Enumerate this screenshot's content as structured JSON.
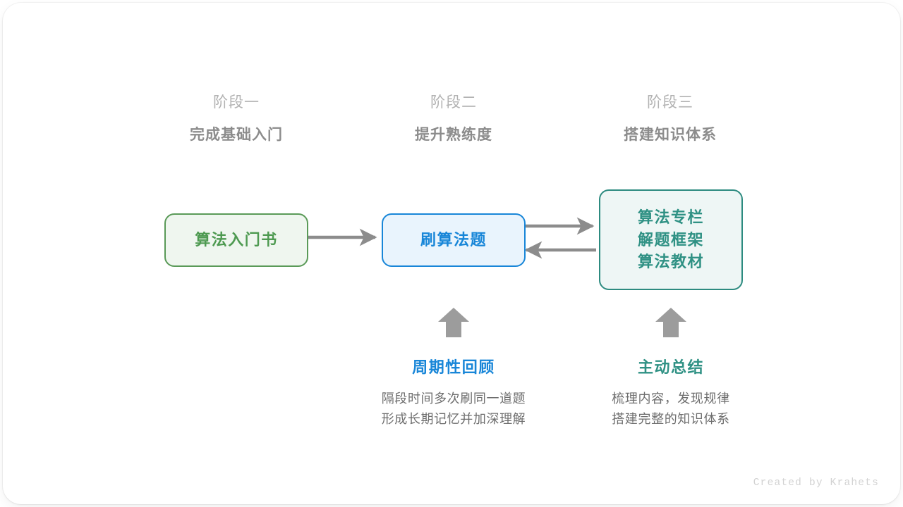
{
  "diagram": {
    "stages": [
      {
        "index_label": "阶段一",
        "title": "完成基础入门"
      },
      {
        "index_label": "阶段二",
        "title": "提升熟练度"
      },
      {
        "index_label": "阶段三",
        "title": "搭建知识体系"
      }
    ],
    "nodes": [
      {
        "id": "book",
        "lines": [
          "算法入门书"
        ],
        "fill": "#eff6ef",
        "border": "#5a9a58",
        "text": "#4e9a51"
      },
      {
        "id": "practice",
        "lines": [
          "刷算法题"
        ],
        "fill": "#e9f4fd",
        "border": "#1886d8",
        "text": "#1886d8"
      },
      {
        "id": "system",
        "lines": [
          "算法专栏",
          "解题框架",
          "算法教材"
        ],
        "fill": "#eef6f5",
        "border": "#2d8b80",
        "text": "#2f9184"
      }
    ],
    "edges": [
      {
        "from": "book",
        "to": "practice",
        "direction": "right"
      },
      {
        "from": "practice",
        "to": "system",
        "direction": "right"
      },
      {
        "from": "system",
        "to": "practice",
        "direction": "left"
      }
    ],
    "annotations": [
      {
        "id": "review",
        "title": "周期性回顾",
        "color": "#1886d8",
        "desc_lines": [
          "隔段时间多次刷同一道题",
          "形成长期记忆并加深理解"
        ]
      },
      {
        "id": "summary",
        "title": "主动总结",
        "color": "#2f9184",
        "desc_lines": [
          "梳理内容，发现规律",
          "搭建完整的知识体系"
        ]
      }
    ],
    "arrow_color": "#8c8c8c",
    "credit": "Created by Krahets"
  }
}
